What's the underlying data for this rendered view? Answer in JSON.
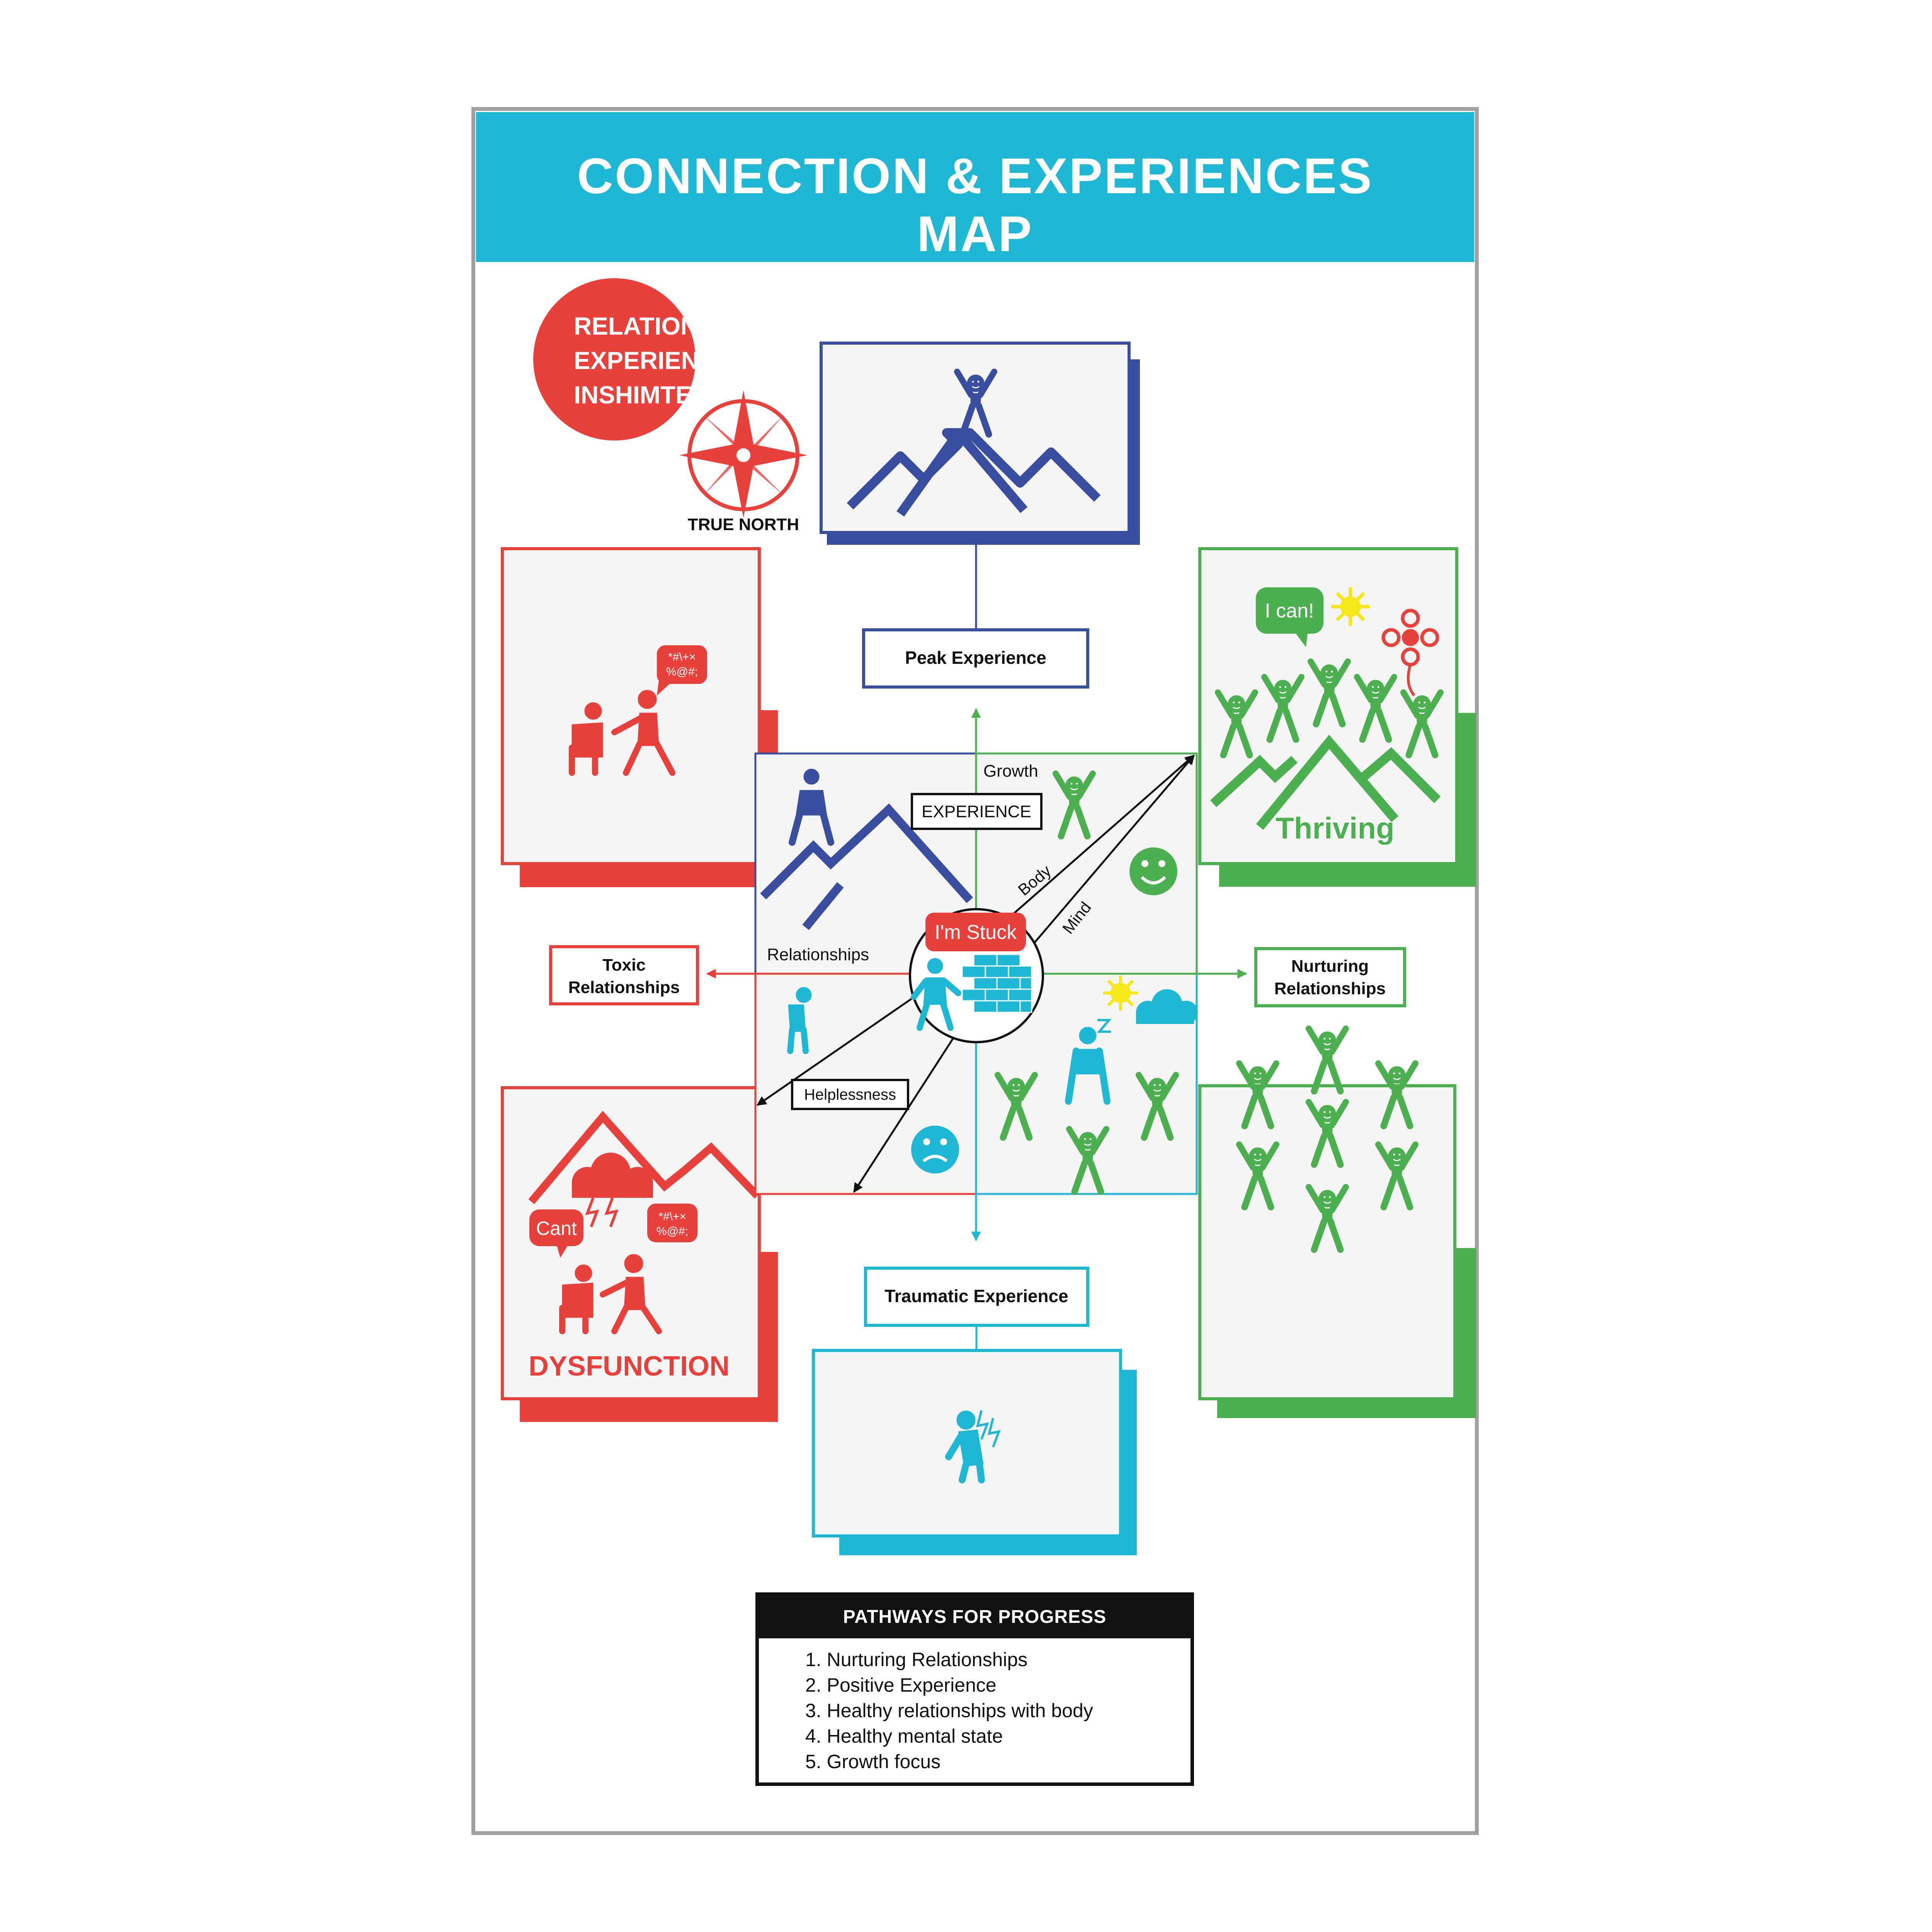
{
  "title": {
    "line1": "CONNECTION & EXPERIENCES",
    "line2": "MAP"
  },
  "badge": {
    "line1": "RELATIONAL",
    "line2": "EXPERIENTIAL",
    "line3": "INSHIMTE"
  },
  "compass_label": "TRUE NORTH",
  "labels": {
    "peak": "Peak Experience",
    "experience": "EXPERIENCE",
    "growth": "Growth",
    "body": "Body",
    "mind": "Mind",
    "relationships": "Relationships",
    "stuck": "I'm Stuck",
    "helplessness": "Helplessness",
    "toxic_line1": "Toxic",
    "toxic_line2": "Relationships",
    "nurturing_line1": "Nurturing",
    "nurturing_line2": "Relationships",
    "traumatic": "Traumatic Experience",
    "thriving": "Thriving",
    "dysfunction": "DYSFUNCTION",
    "i_can": "I can!",
    "cant": "Cant",
    "curse": "*#\\+×",
    "curse2": "%@#;"
  },
  "legend": {
    "title": "PATHWAYS FOR PROGRESS",
    "items": [
      "1. Nurturing Relationships",
      "2. Positive Experience",
      "3. Healthy relationships with body",
      "4. Healthy mental state",
      "5. Growth focus"
    ]
  },
  "colors": {
    "teal": "#1eb8d4",
    "red": "#e8403a",
    "blue": "#3a4ea0",
    "green": "#4caf50",
    "panel": "#f5f5f5",
    "yellow": "#f5e81a"
  },
  "icons": [
    "compass-icon",
    "mountain-icon",
    "person-icon",
    "brick-wall-icon",
    "smiley-icon",
    "sad-face-icon",
    "sun-icon",
    "flower-icon",
    "cloud-icon",
    "lightning-icon",
    "speech-bubble-icon"
  ]
}
